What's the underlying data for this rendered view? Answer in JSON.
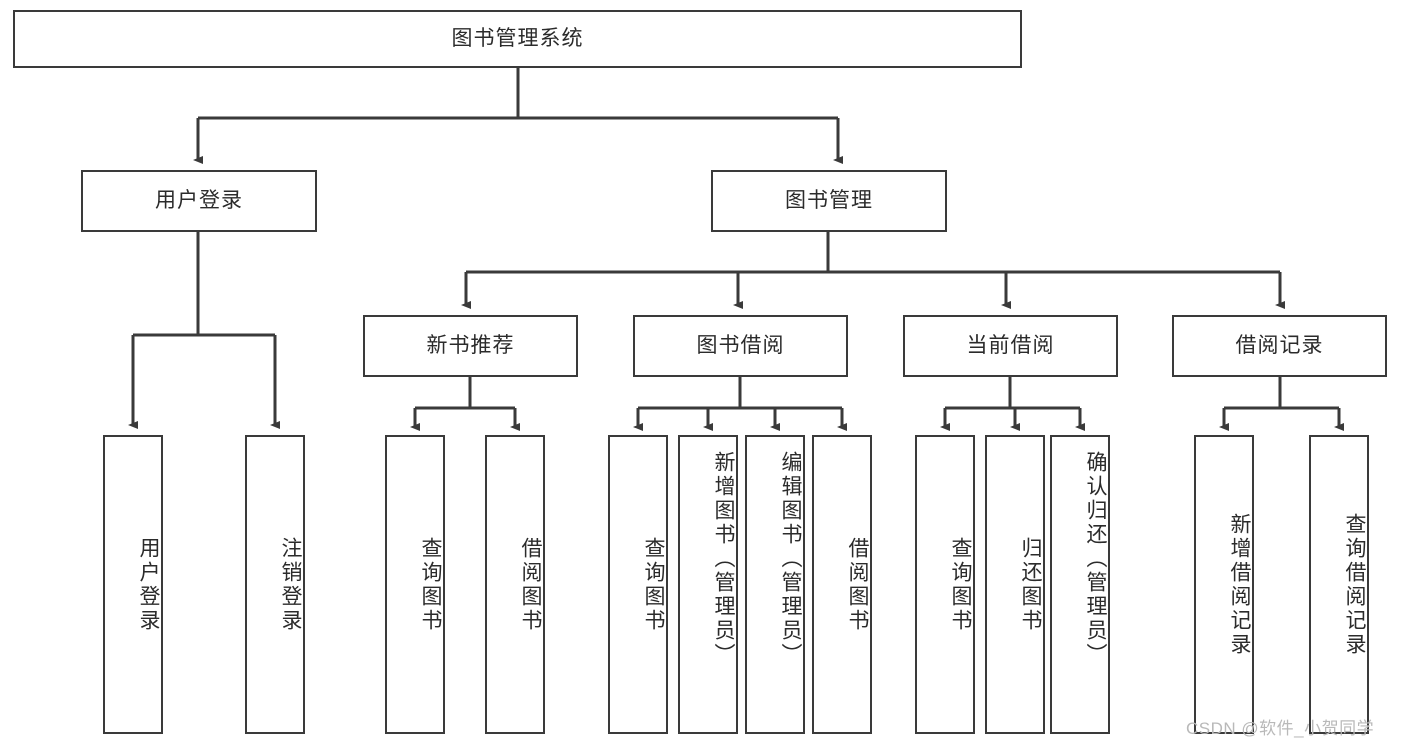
{
  "diagram": {
    "type": "tree",
    "title": "图书管理系统",
    "orientation": "top-down",
    "colors": {
      "box_border": "#3a3a3a",
      "box_fill": "#ffffff",
      "edge": "#3a3a3a",
      "text": "#2b2b2b",
      "watermark": "#b9b9b9"
    },
    "root": {
      "label": "图书管理系统"
    },
    "level2": [
      {
        "id": "user-login",
        "label": "用户登录"
      },
      {
        "id": "book-manage",
        "label": "图书管理"
      }
    ],
    "level3": [
      {
        "id": "new-book-recommend",
        "label": "新书推荐"
      },
      {
        "id": "book-borrow",
        "label": "图书借阅"
      },
      {
        "id": "current-borrow",
        "label": "当前借阅"
      },
      {
        "id": "borrow-record",
        "label": "借阅记录"
      }
    ],
    "leaves": {
      "user_login": [
        {
          "id": "leaf-user-login",
          "label": "用户登录"
        },
        {
          "id": "leaf-logout",
          "label": "注销登录"
        }
      ],
      "new_book_recommend": [
        {
          "id": "leaf-query-book-1",
          "label": "查询图书"
        },
        {
          "id": "leaf-borrow-book-1",
          "label": "借阅图书"
        }
      ],
      "book_borrow": [
        {
          "id": "leaf-query-book-2",
          "label": "查询图书"
        },
        {
          "id": "leaf-add-book",
          "label": "新增图书（管理员）"
        },
        {
          "id": "leaf-edit-book",
          "label": "编辑图书（管理员）"
        },
        {
          "id": "leaf-borrow-book-2",
          "label": "借阅图书"
        }
      ],
      "current_borrow": [
        {
          "id": "leaf-query-book-3",
          "label": "查询图书"
        },
        {
          "id": "leaf-return-book",
          "label": "归还图书"
        },
        {
          "id": "leaf-confirm-return",
          "label": "确认归还（管理员）"
        }
      ],
      "borrow_record": [
        {
          "id": "leaf-add-record",
          "label": "新增借阅记录"
        },
        {
          "id": "leaf-query-record",
          "label": "查询借阅记录"
        }
      ]
    }
  },
  "watermark": {
    "text": "CSDN @软件_小贺同学"
  }
}
